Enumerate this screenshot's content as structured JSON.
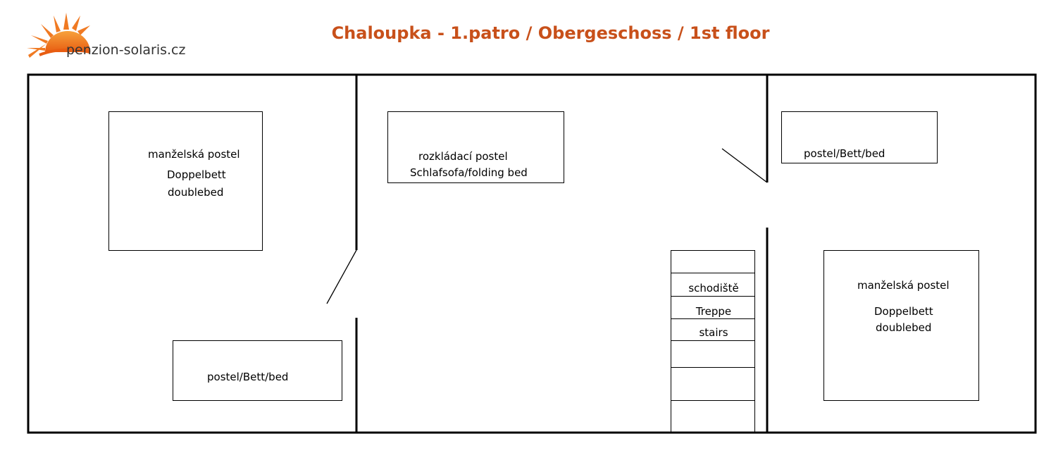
{
  "header": {
    "logo_text": "penzion-solaris.cz",
    "title": "Chaloupka - 1.patro / Obergeschoss / 1st floor",
    "title_color": "#c8501a",
    "logo_color": "#f07a23"
  },
  "rooms": {
    "left_double": {
      "line1": "manželská postel",
      "line2": "Doppelbett",
      "line3": "doublebed"
    },
    "left_single": {
      "line1": "postel/Bett/bed"
    },
    "middle_sofa": {
      "line1": "rozkládací postel",
      "line2": "Schlafsofa/folding bed"
    },
    "stairs": {
      "line1": "schodiště",
      "line2": "Treppe",
      "line3": "stairs"
    },
    "right_single": {
      "line1": "postel/Bett/bed"
    },
    "right_double": {
      "line1": "manželská postel",
      "line2": "Doppelbett",
      "line3": "doublebed"
    }
  }
}
